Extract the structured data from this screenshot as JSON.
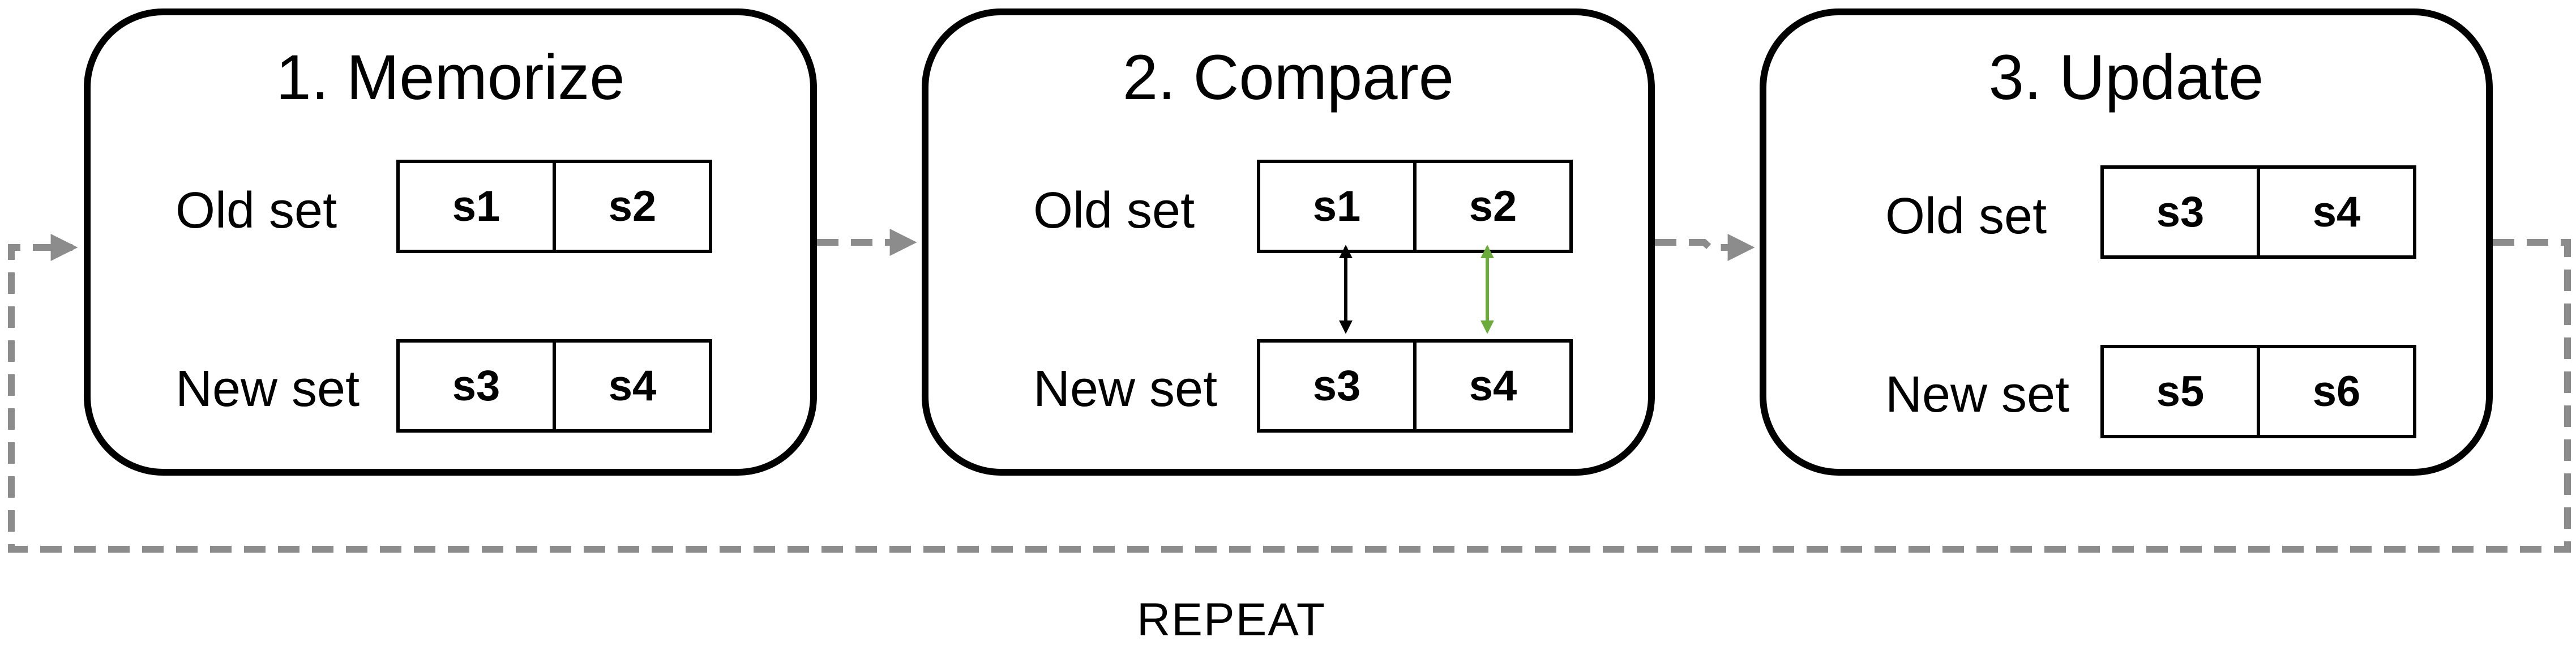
{
  "stages": [
    {
      "title": "1. Memorize",
      "old_label": "Old set",
      "new_label": "New set",
      "old_items": [
        "s1",
        "s2"
      ],
      "new_items": [
        "s3",
        "s4"
      ]
    },
    {
      "title": "2. Compare",
      "old_label": "Old set",
      "new_label": "New set",
      "old_items": [
        "s1",
        "s2"
      ],
      "new_items": [
        "s3",
        "s4"
      ]
    },
    {
      "title": "3. Update",
      "old_label": "Old set",
      "new_label": "New set",
      "old_items": [
        "s3",
        "s4"
      ],
      "new_items": [
        "s5",
        "s6"
      ]
    }
  ],
  "loop_label": "REPEAT",
  "colors": {
    "stage_border": "#000000",
    "connector": "#8c8c8c",
    "compare_arrow_1": "#000000",
    "compare_arrow_2": "#6aab3c"
  }
}
